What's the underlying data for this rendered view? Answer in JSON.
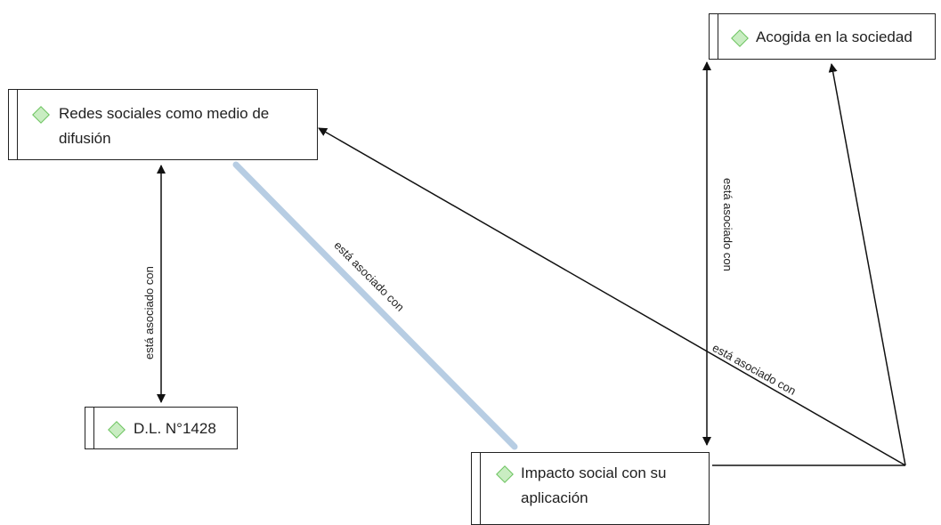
{
  "nodes": {
    "redes": {
      "label": "Redes sociales como medio de\ndifusión",
      "icon": "code-diamond-icon"
    },
    "dl": {
      "label": "D.L. N°1428",
      "icon": "code-diamond-icon"
    },
    "impacto": {
      "label": "Impacto social con su\naplicación",
      "icon": "code-diamond-icon"
    },
    "acogida": {
      "label": "Acogida en la sociedad",
      "icon": "code-diamond-icon"
    }
  },
  "relations": [
    {
      "id": "redes-dl",
      "label": "está asociado con",
      "from": "redes",
      "to": "dl",
      "selected": false
    },
    {
      "id": "redes-impacto",
      "label": "está asociado con",
      "from": "redes",
      "to": "impacto",
      "selected": true
    },
    {
      "id": "acogida-impacto",
      "label": "está asociado con",
      "from": "acogida",
      "to": "impacto",
      "selected": false
    },
    {
      "id": "impacto-redes-acogida",
      "label": "está asociado con",
      "from": "impacto",
      "to": "redes",
      "selected": false
    }
  ],
  "colors": {
    "diamond_fill": "#c9edc2",
    "diamond_stroke": "#6cc35f",
    "selected_link": "#b7cde3",
    "link": "#111111"
  }
}
